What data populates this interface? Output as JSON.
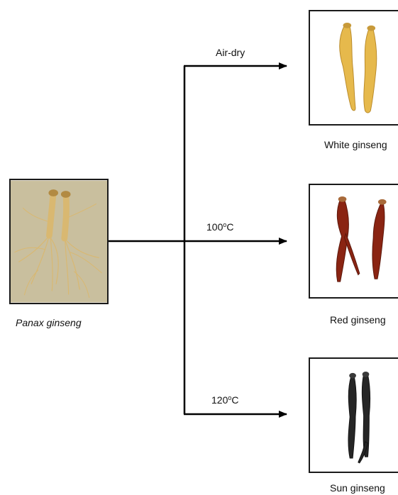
{
  "source": {
    "caption": "Panax ginseng"
  },
  "branches": [
    {
      "condition": "Air-dry",
      "product": "White ginseng"
    },
    {
      "condition_value": "100",
      "condition_degree": "o",
      "condition_unit": "C",
      "product": "Red ginseng"
    },
    {
      "condition_value": "120",
      "condition_degree": "o",
      "condition_unit": "C",
      "product": "Sun ginseng"
    }
  ],
  "colors": {
    "line": "#000000",
    "frame": "#1a1a1a",
    "source_photo_bg": "#c9bf9e",
    "white_ginseng": "#e6b94c",
    "red_ginseng": "#8a2412",
    "sun_ginseng": "#262626"
  }
}
